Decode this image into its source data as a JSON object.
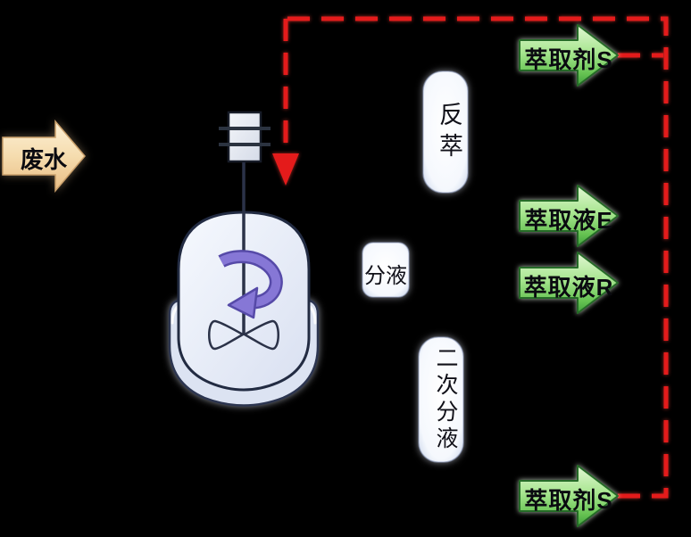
{
  "diagram_title": "",
  "colors": {
    "background": "#000000",
    "recycle_line_red": "#e41b1b",
    "stream_arrow_green": "#7cd368",
    "feed_arrow_cream": "#f3d6a6",
    "stir_arrow_purple": "#8172d2",
    "vessel_fill": "#e9eef9",
    "vessel_outline": "#222b42"
  },
  "feed": {
    "label": "废水"
  },
  "reactor": {
    "parts": [
      "motor",
      "shaft",
      "impeller",
      "rotation-arrow",
      "jacket"
    ]
  },
  "stages": {
    "back_extraction": {
      "label": "反萃",
      "orientation": "vertical"
    },
    "separation": {
      "label": "分液",
      "orientation": "horizontal"
    },
    "second_separation": {
      "label": "二次分液",
      "orientation": "vertical"
    }
  },
  "streams": {
    "extractant_top": {
      "label": "萃取剂S"
    },
    "extract_e": {
      "label": "萃取液E"
    },
    "extract_r": {
      "label": "萃取液R"
    },
    "extractant_bottom": {
      "label": "萃取剂S"
    }
  }
}
